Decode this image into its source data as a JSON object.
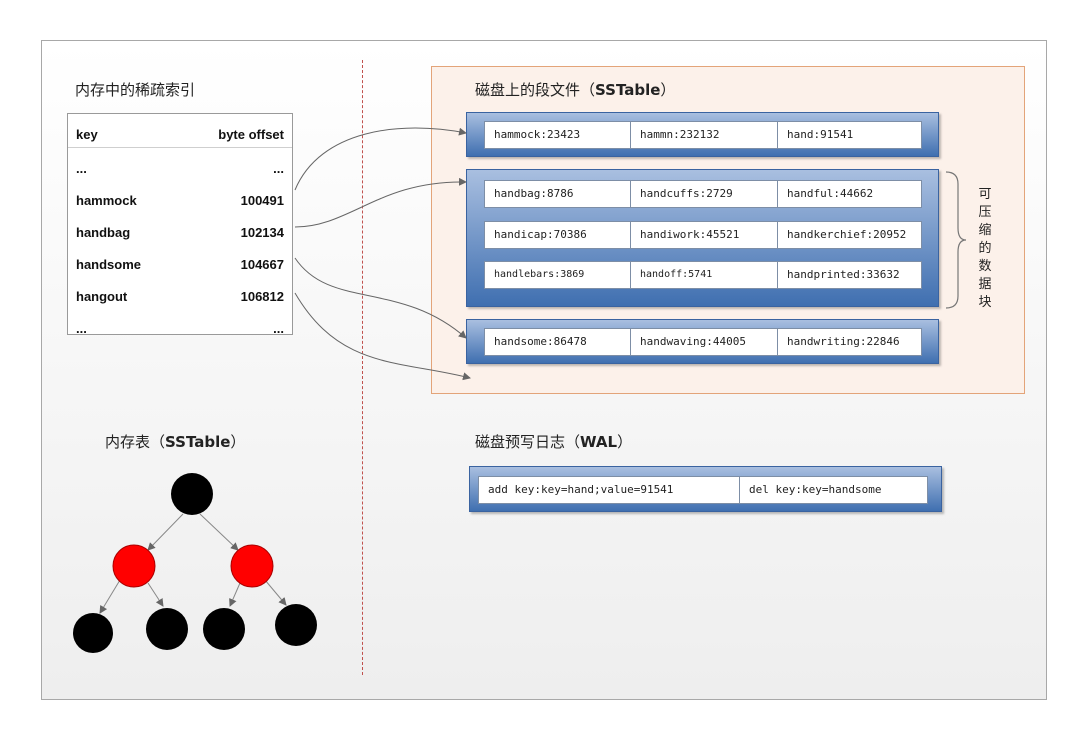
{
  "index": {
    "title": "内存中的稀疏索引",
    "col_key": "key",
    "col_offset": "byte offset",
    "rows": [
      {
        "key": "...",
        "offset": "..."
      },
      {
        "key": "hammock",
        "offset": "100491"
      },
      {
        "key": "handbag",
        "offset": "102134"
      },
      {
        "key": "handsome",
        "offset": "104667"
      },
      {
        "key": "hangout",
        "offset": "106812"
      },
      {
        "key": "...",
        "offset": "..."
      }
    ]
  },
  "sstable": {
    "title_prefix": "磁盘上的段文件（",
    "title_bold": "SSTable",
    "title_suffix": "）",
    "block1": [
      "hammock:23423",
      "hammn:232132",
      "hand:91541"
    ],
    "block2": [
      [
        "handbag:8786",
        "handcuffs:2729",
        "handful:44662"
      ],
      [
        "handicap:70386",
        "handiwork:45521",
        "handkerchief:20952"
      ],
      [
        "handlebars:3869",
        "handoff:5741",
        "handprinted:33632"
      ]
    ],
    "block3": [
      "handsome:86478",
      "handwaving:44005",
      "handwriting:22846"
    ],
    "compress_label": "可压缩的数据块"
  },
  "memtable": {
    "title_prefix": "内存表（",
    "title_bold": "SSTable",
    "title_suffix": "）",
    "colors": {
      "black": "#000000",
      "red": "#ff0000"
    }
  },
  "wal": {
    "title_prefix": "磁盘预写日志（",
    "title_bold": "WAL",
    "title_suffix": "）",
    "entries": [
      "add key:key=hand;value=91541",
      "del key:key=handsome"
    ]
  },
  "colors": {
    "accent_red": "#c0504d",
    "block_blue": "#4f81bd",
    "sstable_border": "#e3a479"
  }
}
